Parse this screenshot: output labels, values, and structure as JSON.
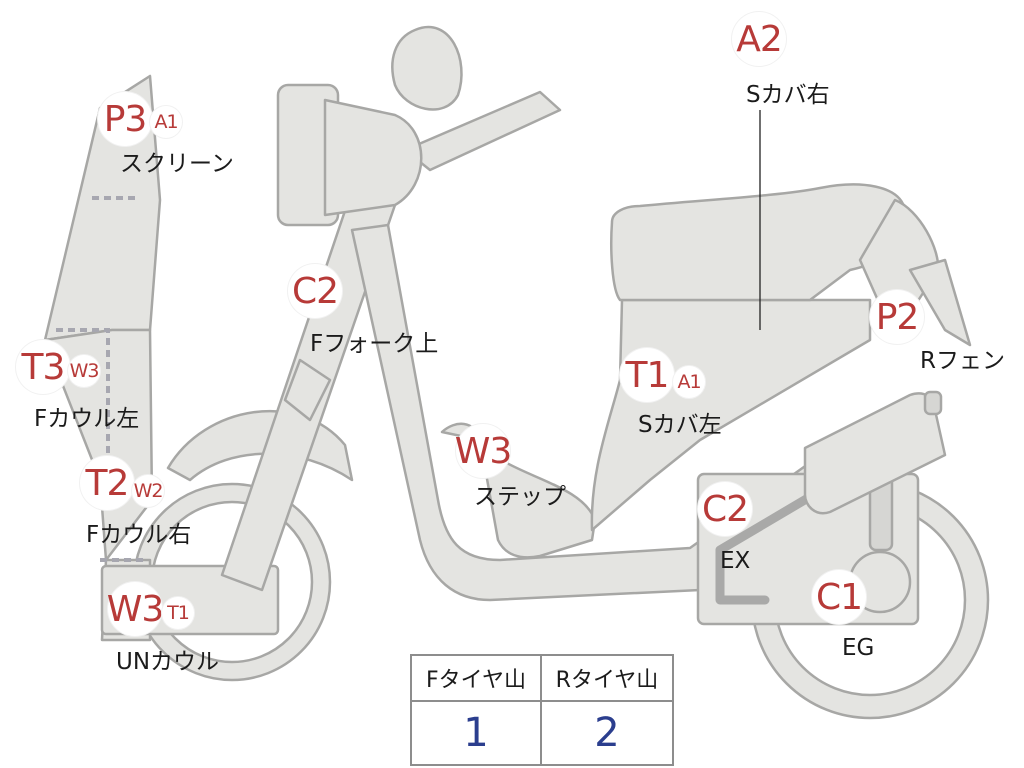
{
  "badges": {
    "p3": "P3",
    "p3_sub": "A1",
    "c2_fork": "C2",
    "a2": "A2",
    "p2": "P2",
    "t3": "T3",
    "t3_sub": "W3",
    "t1": "T1",
    "t1_sub": "A1",
    "w3_step": "W3",
    "t2": "T2",
    "t2_sub": "W2",
    "c2_ex": "C2",
    "w3_un": "W3",
    "w3_un_sub": "T1",
    "c1": "C1"
  },
  "labels": {
    "screen": "スクリーン",
    "f_fork": "Fフォーク上",
    "s_cover_right": "Sカバ右",
    "r_fender": "Rフェン",
    "f_cowl_left": "Fカウル左",
    "s_cover_left": "Sカバ左",
    "step": "ステップ",
    "f_cowl_right": "Fカウル右",
    "ex": "EX",
    "un_cowl": "UNカウル",
    "eg": "EG"
  },
  "tire_table": {
    "front_header": "Fタイヤ山",
    "rear_header": "Rタイヤ山",
    "front_value": "1",
    "rear_value": "2"
  },
  "colors": {
    "badge_text": "#b73a38",
    "table_value": "#2b3e8e",
    "body_fill": "#e4e4e1"
  }
}
